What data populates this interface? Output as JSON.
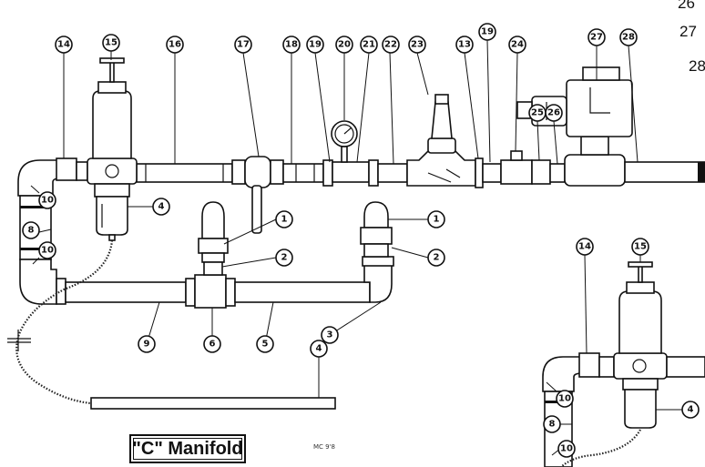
{
  "figure": {
    "caption": "\"C\" Manifold",
    "code": "MC 9'8",
    "partial_labels": [
      "26",
      "27",
      "28"
    ]
  },
  "callouts": {
    "c14": "14",
    "c15": "15",
    "c16": "16",
    "c17": "17",
    "c18": "18",
    "c19a": "19",
    "c20": "20",
    "c21": "21",
    "c22": "22",
    "c23": "23",
    "c13": "13",
    "c19b": "19",
    "c24": "24",
    "c25": "25",
    "c26": "26",
    "c27": "27",
    "c28": "28",
    "c10a": "10",
    "c8a": "8",
    "c10b": "10",
    "c4a": "4",
    "c1a": "1",
    "c2a": "2",
    "c1b": "1",
    "c2b": "2",
    "c9": "9",
    "c6": "6",
    "c5": "5",
    "c3": "3",
    "c4b": "4",
    "i14": "14",
    "i15": "15",
    "i10a": "10",
    "i8": "8",
    "i10b": "10",
    "i4": "4"
  }
}
